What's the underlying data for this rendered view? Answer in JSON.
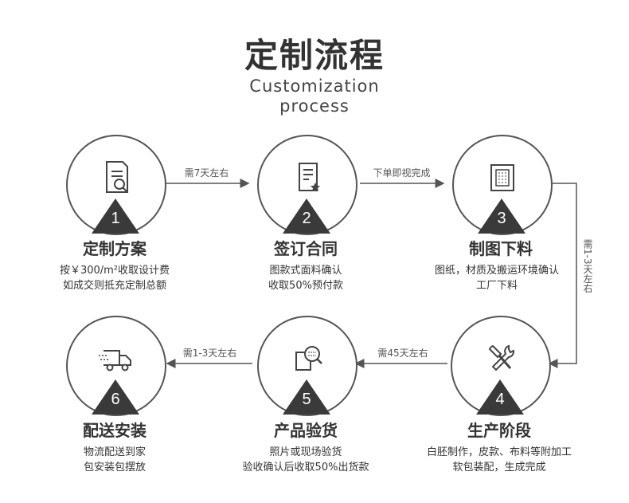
{
  "header": {
    "title": "定制流程",
    "subtitle_line1": "Customization",
    "subtitle_line2": "process"
  },
  "steps": [
    {
      "number": "1",
      "name": "定制方案",
      "desc": [
        "按￥300/m²收取设计费",
        "如成交则抵充定制总额"
      ],
      "icon": "document-search-icon"
    },
    {
      "number": "2",
      "name": "签订合同",
      "desc": [
        "图款式面料确认",
        "收取50%预付款"
      ],
      "icon": "contract-sign-icon"
    },
    {
      "number": "3",
      "name": "制图下料",
      "desc": [
        "图纸，材质及搬运环境确认",
        "工厂下料"
      ],
      "icon": "blueprint-icon"
    },
    {
      "number": "4",
      "name": "生产阶段",
      "desc": [
        "白胚制作，皮款、布料等附加工",
        "软包装配，生成完成"
      ],
      "icon": "tools-icon"
    },
    {
      "number": "5",
      "name": "产品验货",
      "desc": [
        "照片或现场验货",
        "验收确认后收取50%出货款"
      ],
      "icon": "inspection-icon"
    },
    {
      "number": "6",
      "name": "配送安装",
      "desc": [
        "物流配送到家",
        "包安装包摆放"
      ],
      "icon": "delivery-truck-icon"
    }
  ],
  "connectors": {
    "step1_to_2": "需7天左右",
    "step2_to_3": "下单即视完成",
    "step3_to_4": "需1-3天左右",
    "step4_to_5": "需45天左右",
    "step5_to_6": "需1-3天左右"
  },
  "colors": {
    "line": "#555555",
    "badge": "#3a3a3a",
    "text": "#333333"
  }
}
